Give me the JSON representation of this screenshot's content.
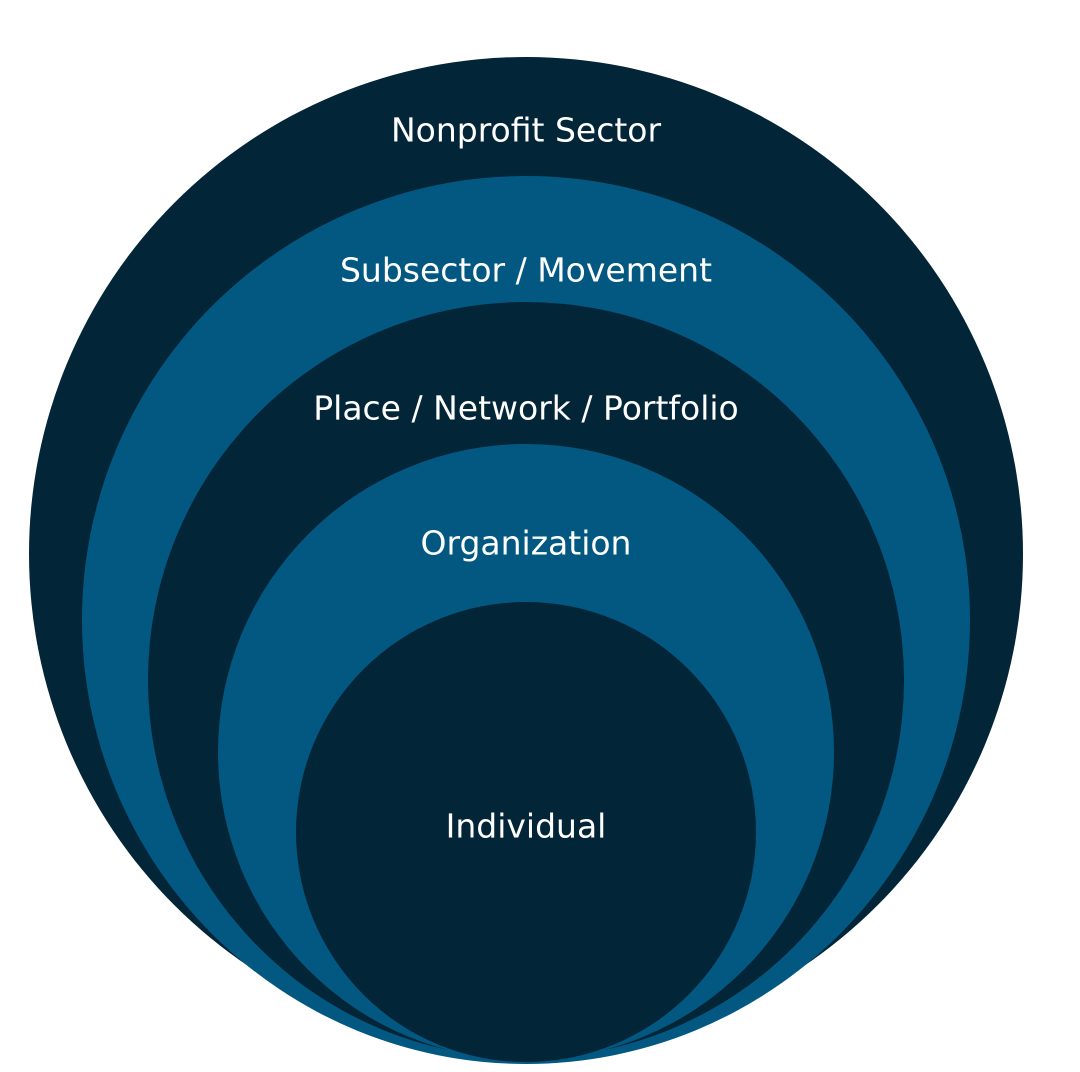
{
  "diagram": {
    "type": "nested-circles",
    "colors": {
      "dark": "#032538",
      "medium": "#035882",
      "text": "#ffffff",
      "background": "#ffffff"
    },
    "layers": [
      {
        "label": "Nonprofit Sector",
        "color": "#032538"
      },
      {
        "label": "Subsector / Movement",
        "color": "#035882"
      },
      {
        "label": "Place / Network / Portfolio",
        "color": "#032538"
      },
      {
        "label": "Organization",
        "color": "#035882"
      },
      {
        "label": "Individual",
        "color": "#032538"
      }
    ]
  }
}
